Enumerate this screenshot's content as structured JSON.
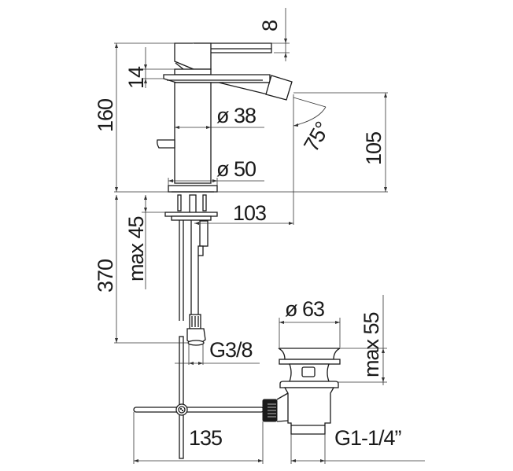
{
  "drawing": {
    "subject": "Single-lever bidet mixer with pop-up waste - dimensional drawing",
    "units": "mm",
    "colors": {
      "line": "#1a1a1a",
      "background": "#ffffff"
    }
  },
  "dimensions": {
    "lever_offset": "8",
    "spout_height_offset": "14",
    "total_height": "160",
    "body_diameter": "ø 38",
    "base_diameter": "ø 50",
    "spout_angle": "75°",
    "spout_outlet_height": "105",
    "spout_reach": "103",
    "max_deck_thickness": "max 45",
    "flexible_hose_length": "370",
    "hose_connection": "G3/8",
    "waste_plug_diameter": "ø 63",
    "waste_max_thickness": "max 55",
    "popup_rod_length": "135",
    "waste_thread": "G1-1/4”"
  }
}
